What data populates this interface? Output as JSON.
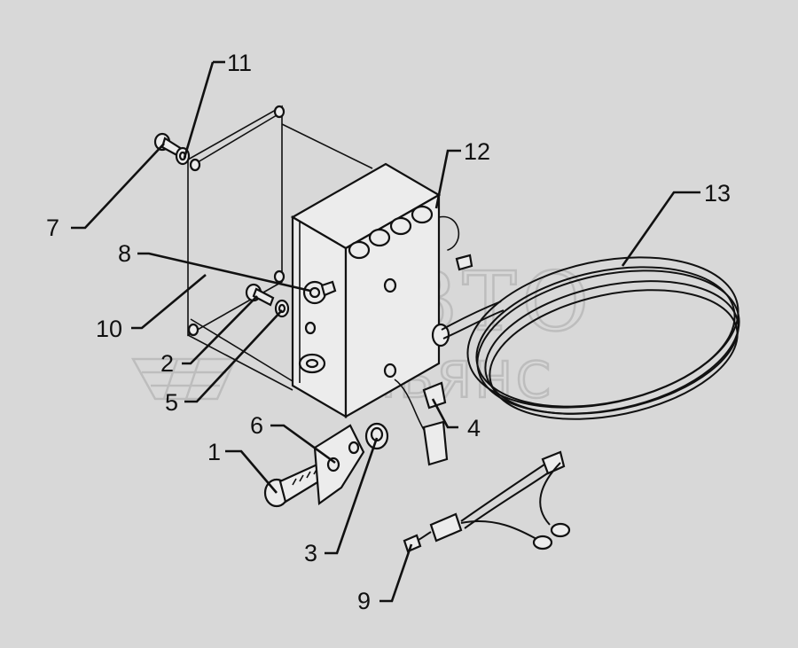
{
  "watermark": {
    "line1": "АВТО",
    "line2": "АЛЬЯНС"
  },
  "callouts": [
    {
      "id": "1",
      "text": "1"
    },
    {
      "id": "2",
      "text": "2"
    },
    {
      "id": "3",
      "text": "3"
    },
    {
      "id": "4",
      "text": "4"
    },
    {
      "id": "5",
      "text": "5"
    },
    {
      "id": "6",
      "text": "6"
    },
    {
      "id": "7",
      "text": "7"
    },
    {
      "id": "8",
      "text": "8"
    },
    {
      "id": "9",
      "text": "9"
    },
    {
      "id": "10",
      "text": "10"
    },
    {
      "id": "11",
      "text": "11"
    },
    {
      "id": "12",
      "text": "12"
    },
    {
      "id": "13",
      "text": "13"
    }
  ],
  "colors": {
    "background": "#d8d8d8",
    "ink": "#111111",
    "watermark": "#bdbdbd"
  }
}
